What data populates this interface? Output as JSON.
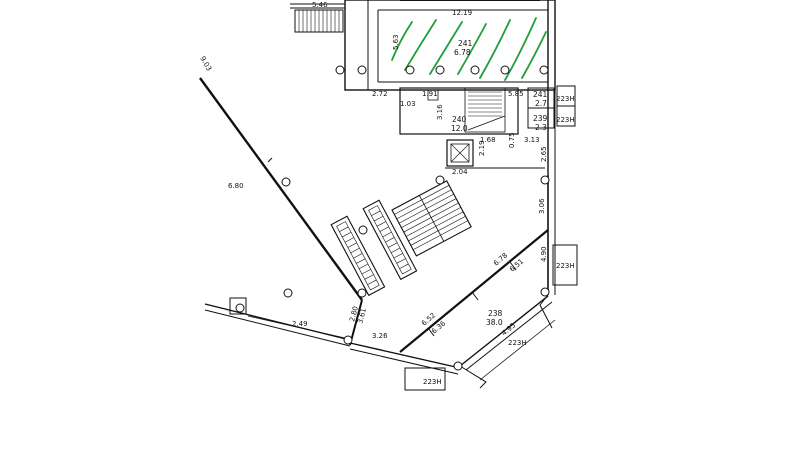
{
  "floor_plan": {
    "dimensions": {
      "d_5_46": "5.46",
      "d_12_19": "12.19",
      "d_5_63": "5.63",
      "d_2_72": "2.72",
      "d_1_03": "1.03",
      "d_1_91": "1.91",
      "d_3_16": "3.16",
      "d_5_85": "5.85",
      "d_1_68": "1.68",
      "d_2_19": "2.19",
      "d_0_75": "0.75",
      "d_3_13": "3.13",
      "d_2_04": "2.04",
      "d_2_65": "2.65",
      "d_3_06": "3.06",
      "d_4_90": "4.90",
      "d_6_78": "6.78",
      "d_6_51": "6.51",
      "d_6_52": "6.52",
      "d_6_36": "6.36",
      "d_4_95": "4.95",
      "d_2_80": "2.80",
      "d_3_61": "3.61",
      "d_3_26": "3.26",
      "d_2_49": "2.49",
      "d_6_80": "6.80",
      "d_9_03": "9.03"
    },
    "rooms": {
      "r241_num": "241",
      "r241_area": "6.78",
      "r241b_num": "241",
      "r241b_area": "2.7",
      "r239_num": "239",
      "r239_area": "2.3",
      "r240_num": "240",
      "r240_area": "12.0",
      "r238_num": "238",
      "r238_area": "38.0"
    },
    "tags": {
      "t1": "223Н",
      "t2": "223Н",
      "t3": "223Н",
      "t4": "223Н",
      "t5": "223Н"
    },
    "colors": {
      "lines": "#111111",
      "hatch": "#1f9e3a",
      "background": "#ffffff"
    }
  }
}
